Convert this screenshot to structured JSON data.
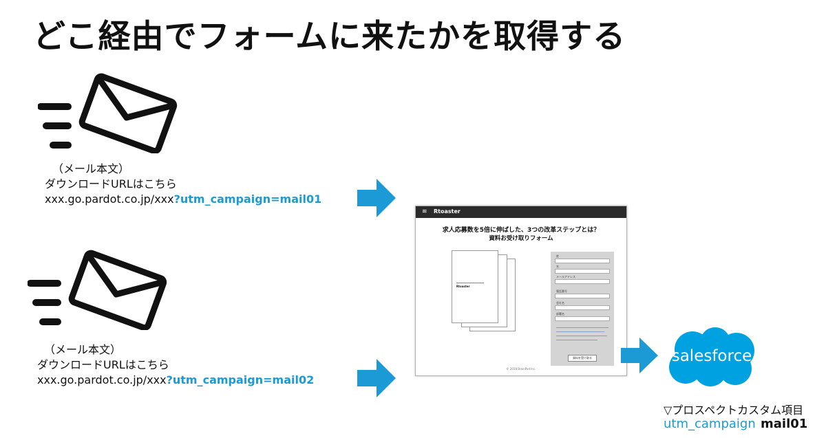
{
  "title": "どこ経由でフォームに来たかを取得する",
  "colors": {
    "accent": "#1c9ad6",
    "salesforce": "#00a1e0",
    "form_header": "#2b2b2b"
  },
  "icons": {
    "mail": "envelope-icon",
    "arrow": "arrow-right-icon"
  },
  "mail1": {
    "line1": "（メール本文）",
    "line2": "ダウンロードURLはこちら",
    "url_base": "xxx.go.pardot.co.jp/xxx",
    "url_query": "?utm_campaign=mail01"
  },
  "mail2": {
    "line1": "（メール本文）",
    "line2": "ダウンロードURLはこちら",
    "url_base": "xxx.go.pardot.co.jp/xxx",
    "url_query": "?utm_campaign=mail02"
  },
  "form": {
    "brand": "Rtoaster",
    "heading1": "求人応募数を5倍に伸ばした、3つの改革ステップとは？",
    "heading2": "資料お受け取りフォーム",
    "fields": [
      "姓",
      "名",
      "メールアドレス",
      "電話番号",
      "会社名",
      "部署名"
    ],
    "button_label": "資料を受け取る",
    "copyright": "© 2018 BrainPad Inc."
  },
  "salesforce": {
    "logo_text": "salesforce"
  },
  "prospect": {
    "label": "▽プロスペクトカスタム項目",
    "field_name": "utm_campaign",
    "field_value": "mail01"
  }
}
